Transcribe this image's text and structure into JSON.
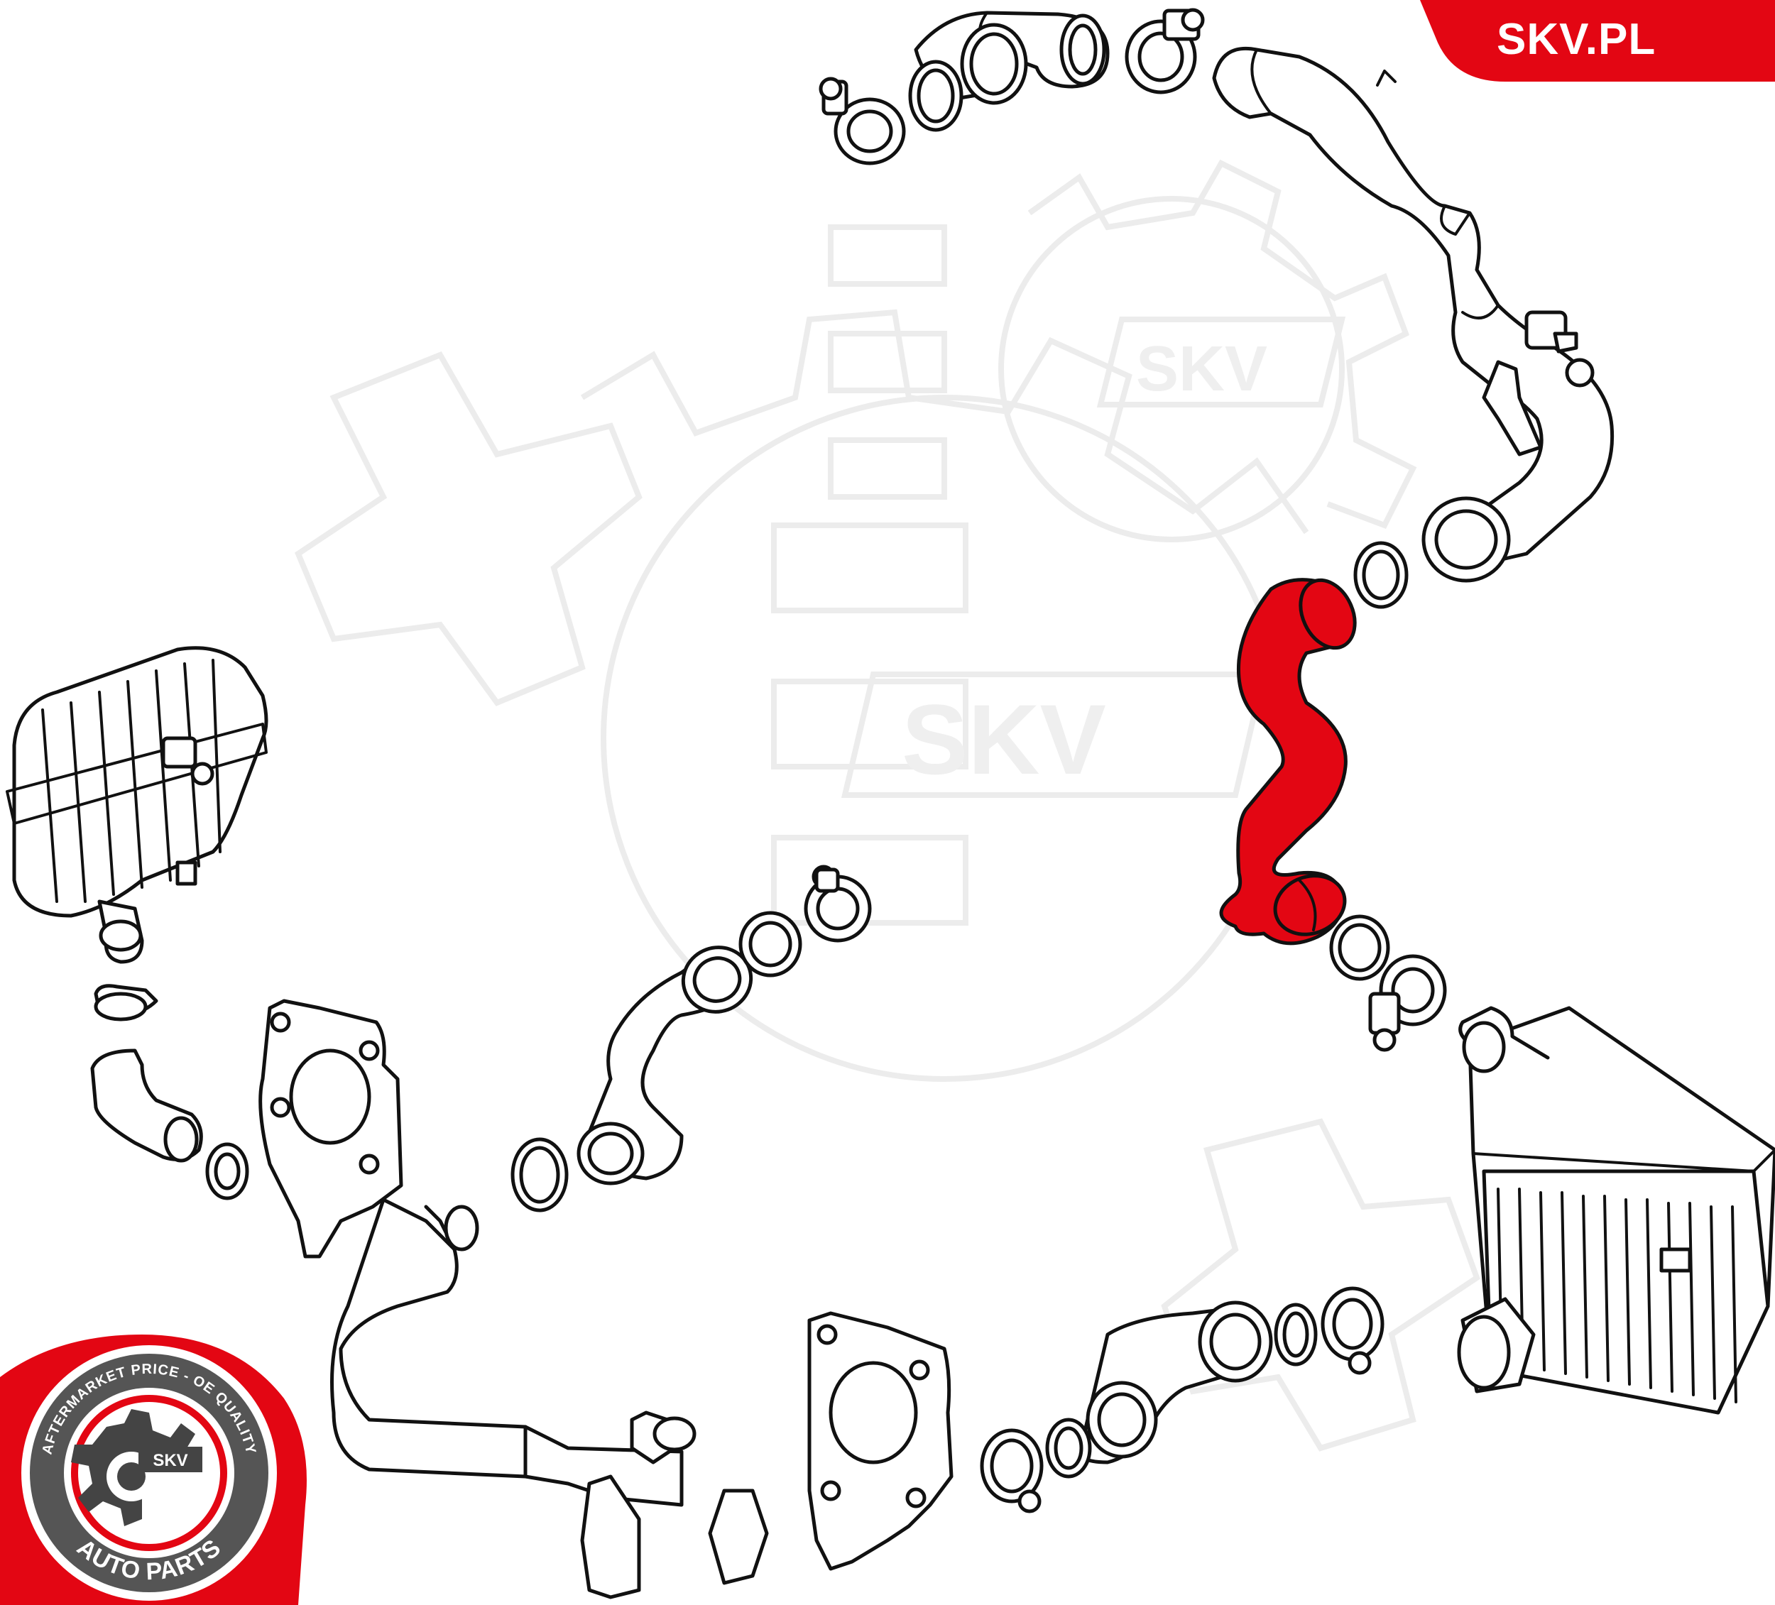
{
  "brand": {
    "corner_label": "SKV.PL",
    "accent_color": "#e30613",
    "watermark_text_1": "SKV",
    "watermark_text_2": "SKV"
  },
  "seal": {
    "ring_text": "AFTERMARKET PRICE - OE QUALITY",
    "bottom_text": "AUTO PARTS",
    "badge_text": "SKV"
  },
  "diagram": {
    "highlighted_part": "charge-air-hose",
    "highlight_color": "#e30613",
    "components": [
      "upper-elbow-hose",
      "upper-clamps",
      "upper-o-rings",
      "upper-charge-pipe",
      "pipe-bracket",
      "highlighted-hose",
      "hose-clamps",
      "intercooler",
      "coolant-reservoir",
      "reservoir-hose",
      "lower-hose",
      "turbo-flange-pipe",
      "second-flange",
      "lower-right-hose"
    ]
  }
}
